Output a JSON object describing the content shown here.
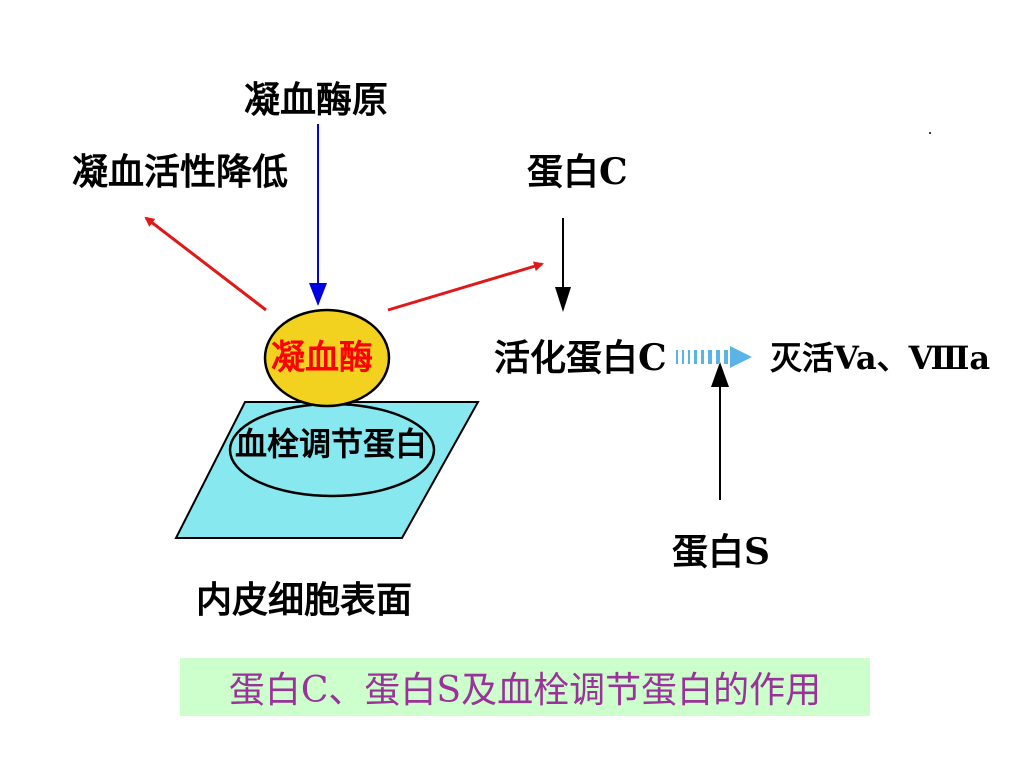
{
  "labels": {
    "prothrombin": "凝血酶原",
    "reduced_activity": "凝血活性降低",
    "protein_c": "蛋白C",
    "activated_protein_c": "活化蛋白C",
    "inactivate": "灭活Va、Ⅷa",
    "protein_s": "蛋白S",
    "thrombin": "凝血酶",
    "thrombomodulin": "血栓调节蛋白",
    "endothelial_surface": "内皮细胞表面"
  },
  "caption": {
    "text": "蛋白C、蛋白S及血栓调节蛋白的作用"
  },
  "colors": {
    "red_arrow": "#e01818",
    "blue_arrow": "#0000e0",
    "black_arrow": "#000000",
    "thrombin_fill": "#f2d21e",
    "thrombin_text": "#ff0000",
    "cell_fill": "#88e8f0",
    "caption_bg": "#ccffcc",
    "caption_text": "#993399",
    "dashed_arrow": "#5ab4e6"
  }
}
